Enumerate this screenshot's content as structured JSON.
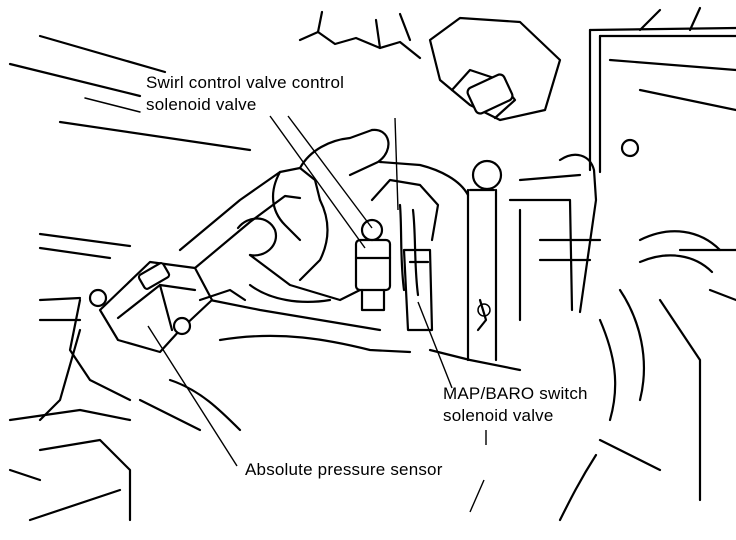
{
  "labels": {
    "swirl_line1": "Swirl control valve control",
    "swirl_line2": "solenoid valve",
    "map_line1": "MAP/BARO switch",
    "map_line2": "solenoid valve",
    "absolute": "Absolute pressure sensor"
  }
}
